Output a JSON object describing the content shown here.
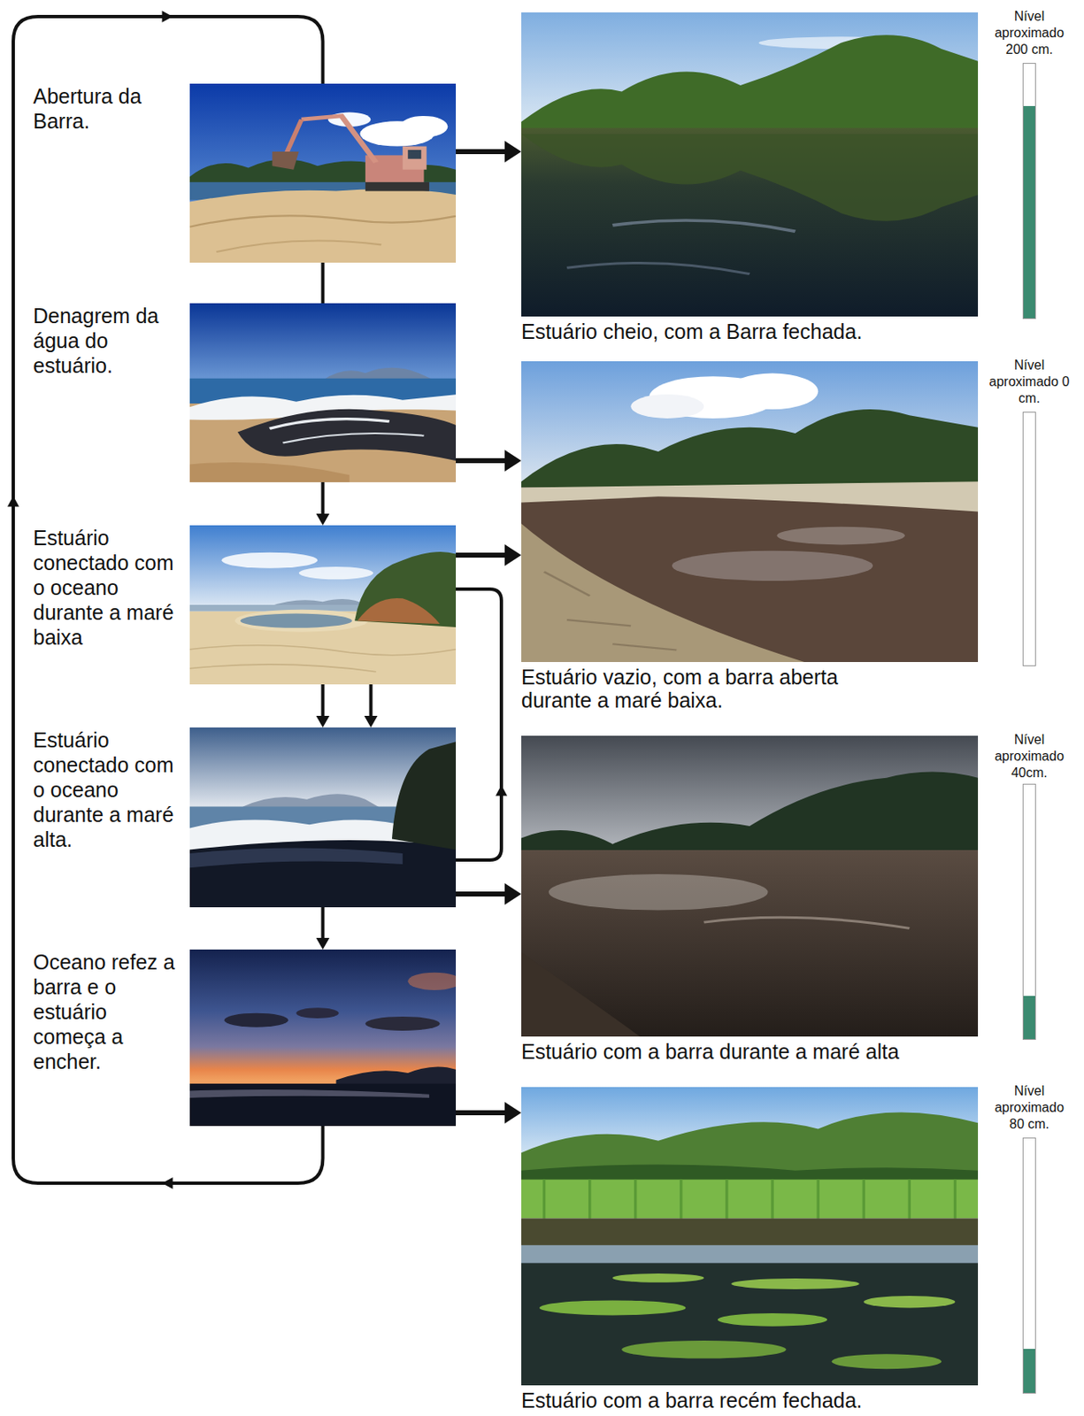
{
  "diagram": {
    "nodes": [
      {
        "text": [
          "Abertura da Barra."
        ]
      },
      {
        "text": [
          "Denagrem da água do estuário."
        ]
      },
      {
        "text": [
          "Estuário conectado com o oceano durante a maré baixa"
        ]
      },
      {
        "text": [
          "Estuário conectado com o oceano durante a maré alta."
        ]
      },
      {
        "text": [
          "Oceano refez a barra e o estuário começa a encher."
        ]
      },
      {
        "text": [
          "Nível aproximado 200 cm.",
          "Estuário cheio, com a Barra fechada."
        ]
      },
      {
        "text": [
          "Nível aproximado 0 cm.",
          "Estuário vazio, com a barra aberta durante a maré baixa."
        ]
      },
      {
        "text": [
          "Nível aproximado 40cm.",
          "Estuário com a barra durante a maré alta"
        ]
      },
      {
        "text": [
          "Nível aproximado 80 cm.",
          "Estuário com a barra recém fechada."
        ]
      }
    ],
    "edges": [
      {
        "from": 0,
        "to": 1,
        "arrow": "none"
      },
      {
        "from": 1,
        "to": 2,
        "arrow": "to"
      },
      {
        "from": 2,
        "to": 3,
        "arrow": "to"
      },
      {
        "from": 2,
        "to": 3,
        "arrow": "to"
      },
      {
        "from": 3,
        "to": 4,
        "arrow": "to"
      },
      {
        "from": 4,
        "to": 0,
        "arrow": "to"
      },
      {
        "from": 3,
        "to": 2,
        "arrow": "to"
      },
      {
        "from": 0,
        "to": 5,
        "arrow": "to"
      },
      {
        "from": 1,
        "to": 6,
        "arrow": "to"
      },
      {
        "from": 2,
        "to": 6,
        "arrow": "to"
      },
      {
        "from": 3,
        "to": 7,
        "arrow": "to"
      },
      {
        "from": 4,
        "to": 8,
        "arrow": "to"
      }
    ]
  }
}
